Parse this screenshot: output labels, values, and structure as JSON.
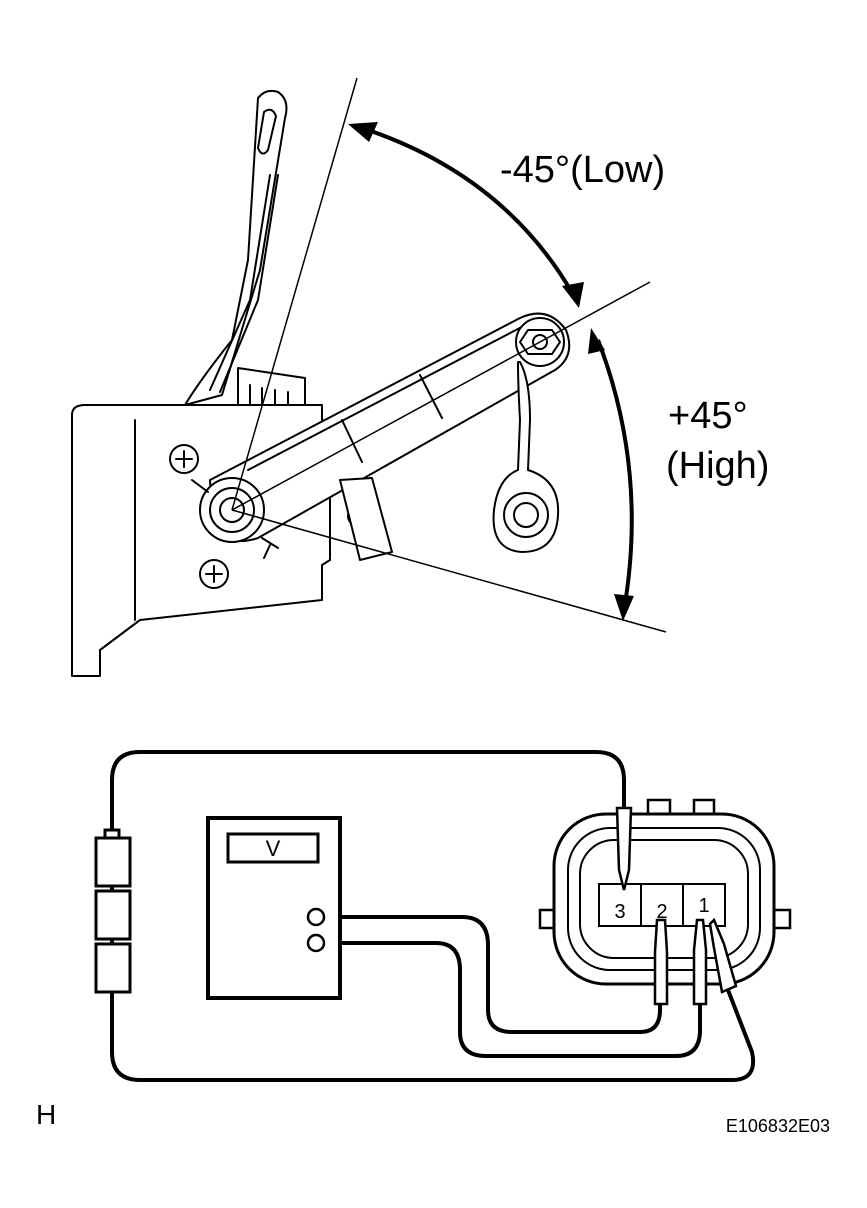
{
  "angle_labels": {
    "low": "-45°(Low)",
    "high_value": "+45°",
    "high_label": "(High)"
  },
  "meter": {
    "label": "V"
  },
  "connector": {
    "pins": [
      "3",
      "2",
      "1"
    ]
  },
  "corner_letter": "H",
  "figure_code": "E106832E03"
}
